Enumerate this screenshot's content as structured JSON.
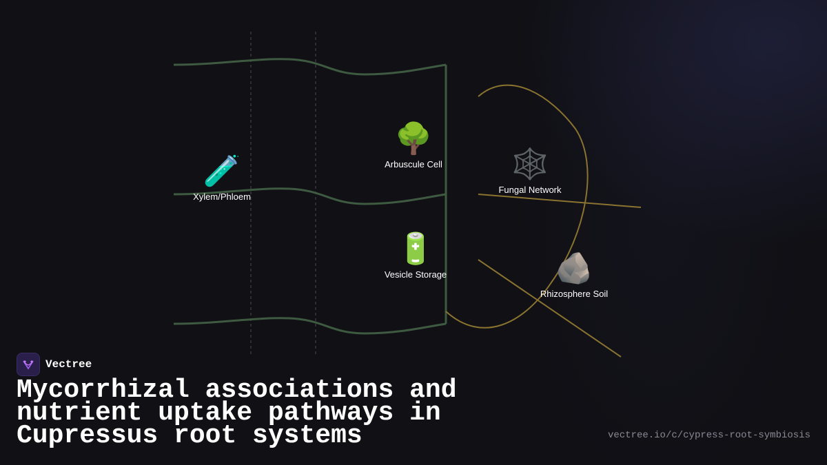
{
  "brand": {
    "name": "Vectree",
    "logo_icon": "vectree-logo-icon"
  },
  "title": "Mycorrhizal associations and nutrient uptake pathways in Cupressus root systems",
  "url": "vectree.io/c/cypress-root-symbiosis",
  "colors": {
    "background": "#101015",
    "root_stroke": "#3e5a40",
    "fungal_stroke": "#8a7430",
    "divider": "#4a4a52",
    "brand_accent": "#9b5de5"
  },
  "nodes": {
    "xylem": {
      "label": "Xylem/Phloem",
      "icon": "🧪",
      "icon_name": "test-tube-icon"
    },
    "arbuscule": {
      "label": "Arbuscule Cell",
      "icon": "🌳",
      "icon_name": "tree-icon"
    },
    "fungal": {
      "label": "Fungal Network",
      "icon": "🕸️",
      "icon_name": "spider-web-icon"
    },
    "vesicle": {
      "label": "Vesicle Storage",
      "icon": "🔋",
      "icon_name": "battery-icon"
    },
    "soil": {
      "label": "Rhizosphere Soil",
      "icon": "🪨",
      "icon_name": "rock-icon"
    }
  }
}
